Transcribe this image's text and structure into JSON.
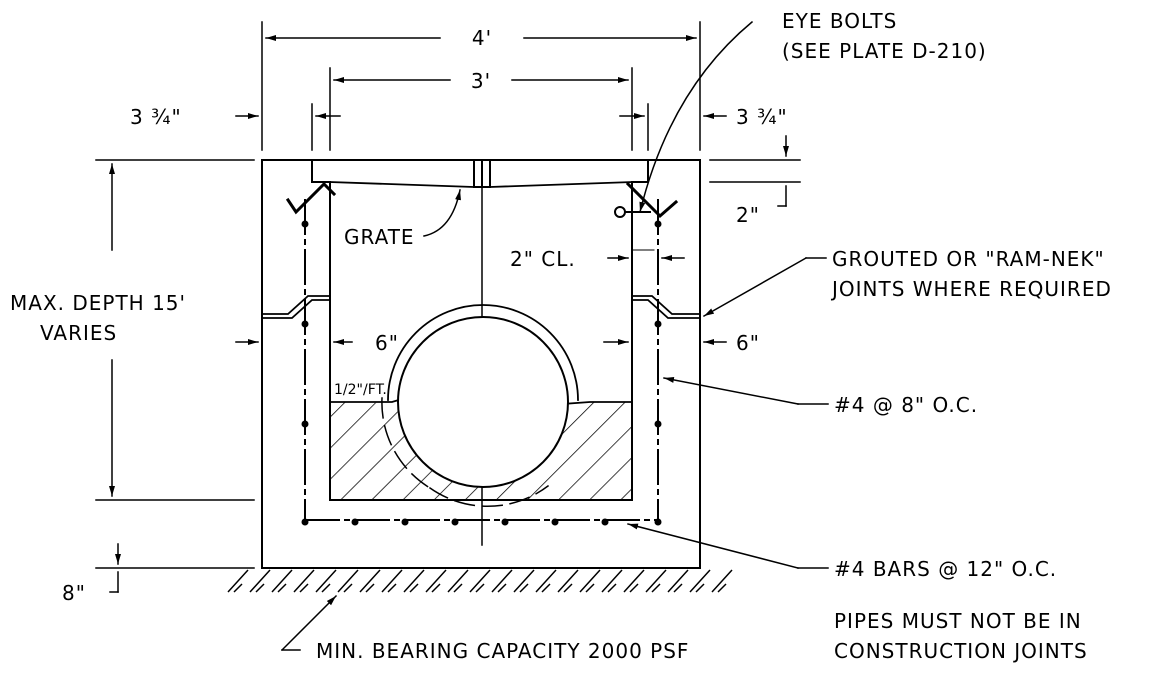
{
  "drawing": {
    "line_color": "#000000",
    "background": "#ffffff",
    "labels": {
      "width_overall": "4'",
      "width_inner": "3'",
      "wall_left": "3 ¾\"",
      "wall_right": "3 ¾\"",
      "eye_bolts_line1": "EYE BOLTS",
      "eye_bolts_line2": "(SEE PLATE D-210)",
      "grate_recess": "2\"",
      "grate": "GRATE",
      "clearance": "2\" CL.",
      "joints_line1": "GROUTED OR \"RAM-NEK\"",
      "joints_line2": "JOINTS WHERE REQUIRED",
      "depth_line1": "MAX. DEPTH 15'",
      "depth_line2": "VARIES",
      "wall_thickness_left": "6\"",
      "wall_thickness_right": "6\"",
      "slope": "1/2\"/FT.",
      "vertical_rebar": "#4 @ 8\" O.C.",
      "bottom_rebar": "#4 BARS @ 12\" O.C.",
      "base_thickness": "8\"",
      "bearing": "MIN. BEARING CAPACITY 2000 PSF",
      "pipes_note_line1": "PIPES MUST NOT BE IN",
      "pipes_note_line2": "CONSTRUCTION JOINTS"
    }
  }
}
